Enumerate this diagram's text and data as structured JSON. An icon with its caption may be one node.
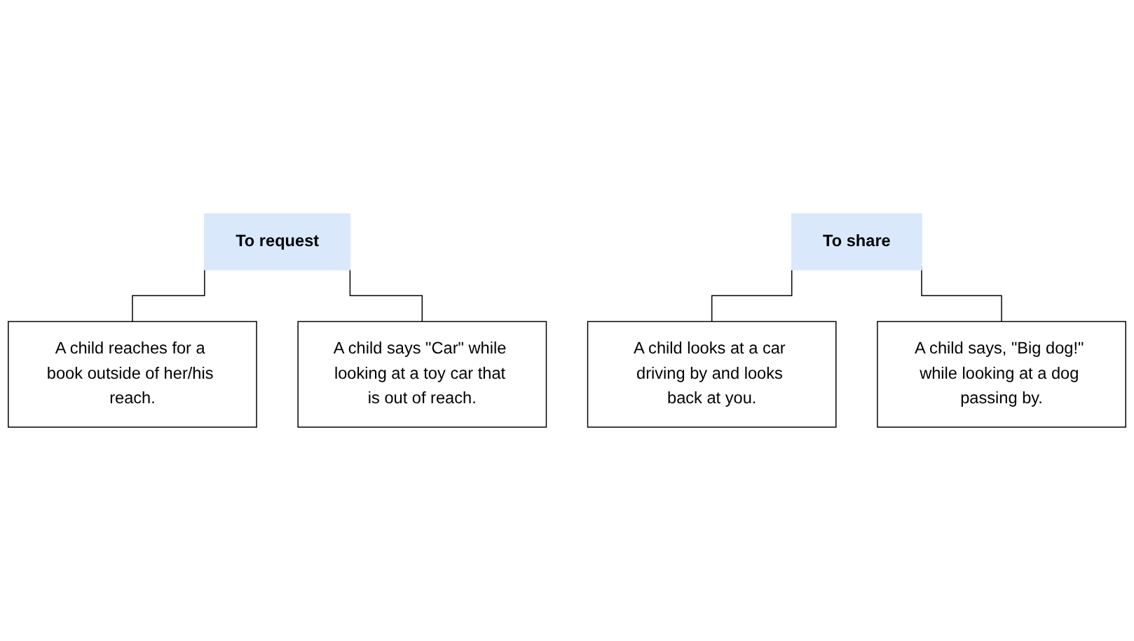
{
  "diagram": {
    "nodes": [
      {
        "text": [
          "To request"
        ]
      },
      {
        "text": [
          "A child reaches for a book outside of her/his reach."
        ]
      },
      {
        "text": [
          "A child says \"Car\" while looking at a toy car that is out of reach."
        ]
      },
      {
        "text": [
          "To share"
        ]
      },
      {
        "text": [
          "A child looks at a car driving by and looks back at you."
        ]
      },
      {
        "text": [
          "A child says, \"Big dog!\" while looking at a dog passing by."
        ]
      }
    ],
    "edges": [
      {
        "from": 0,
        "to": 1,
        "arrow": "none"
      },
      {
        "from": 0,
        "to": 2,
        "arrow": "none"
      },
      {
        "from": 3,
        "to": 4,
        "arrow": "none"
      },
      {
        "from": 3,
        "to": 5,
        "arrow": "none"
      }
    ]
  }
}
